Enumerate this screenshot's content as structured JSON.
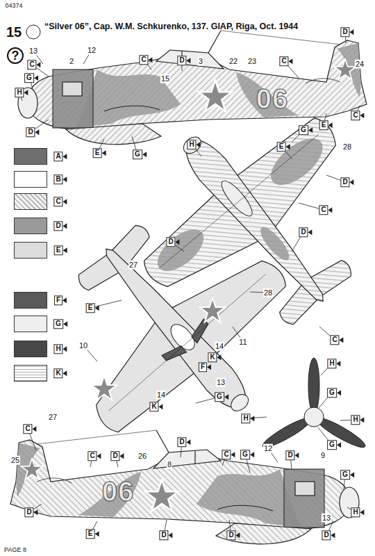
{
  "diagram": {
    "title": "“Silver 06”, Cap. W.M. Schkurenko, 137. GIAP, Riga, Oct. 1944",
    "labels": [
      "04374",
      "15",
      "?",
      "13",
      "12",
      "C",
      "2",
      "C",
      "15",
      "D",
      "3",
      "22",
      "23",
      "C",
      "D",
      "24",
      "G",
      "H",
      "06",
      "D",
      "E",
      "G",
      "E",
      "C",
      "G",
      "H",
      "E",
      "28",
      "D",
      "C",
      "D",
      "D",
      "27",
      "C",
      "E",
      "28",
      "10",
      "11",
      "14",
      "K",
      "F",
      "13",
      "14",
      "K",
      "G",
      "27",
      "H",
      "G",
      "H",
      "H",
      "G",
      "C",
      "D",
      "25",
      "C",
      "D",
      "26",
      "8",
      "C",
      "G",
      "12",
      "D",
      "9",
      "G",
      "06",
      "D",
      "E",
      "D",
      "D",
      "13",
      "D",
      "H",
      "PAGE 8"
    ],
    "legend": [
      {
        "text": "A",
        "color": "#6e6e6e"
      },
      {
        "text": "B",
        "color": "#ffffff"
      },
      {
        "text": "C"
      },
      {
        "text": "D",
        "color": "#9a9a9a"
      },
      {
        "text": "E",
        "color": "#dcdcdc"
      },
      {
        "text": "F",
        "color": "#5a5a5a"
      },
      {
        "text": "G",
        "color": "#efefef"
      },
      {
        "text": "H",
        "color": "#474747"
      },
      {
        "text": "K"
      }
    ]
  }
}
